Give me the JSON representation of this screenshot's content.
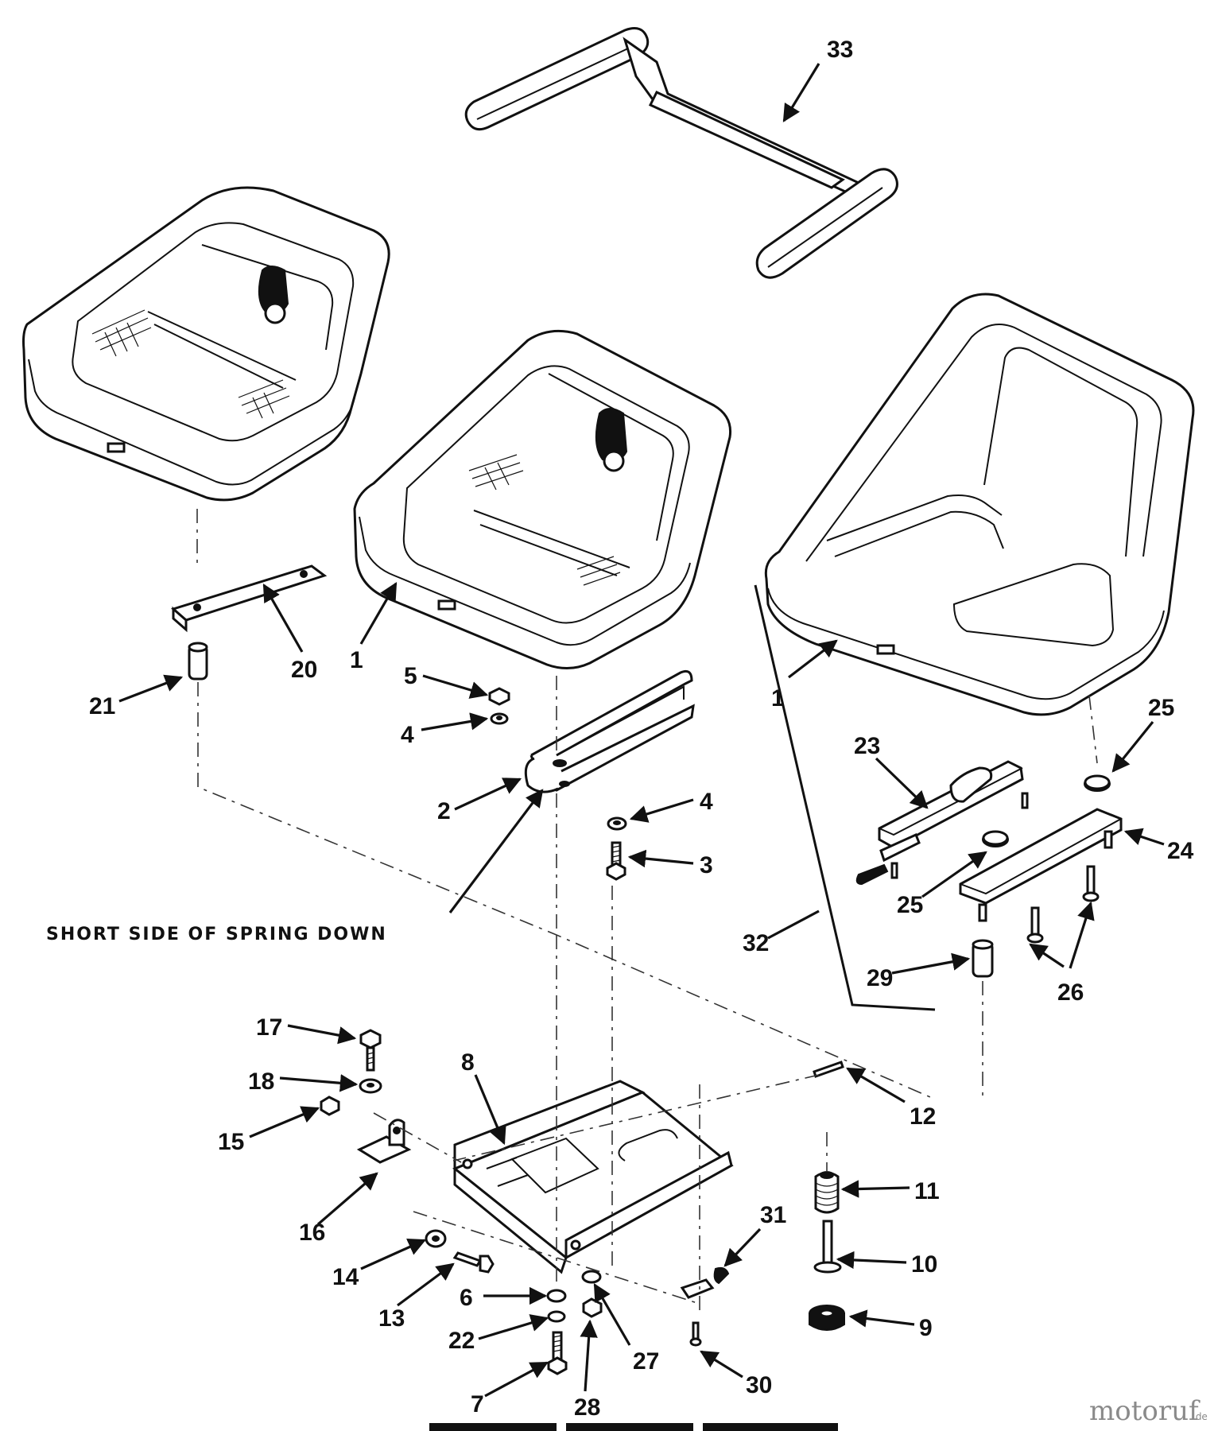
{
  "note": "SHORT SIDE OF SPRING DOWN",
  "watermark": {
    "main": "motoruf",
    "suffix": ".de"
  },
  "callouts": [
    {
      "id": "c33",
      "text": "33"
    },
    {
      "id": "c20",
      "text": "20"
    },
    {
      "id": "c1a",
      "text": "1"
    },
    {
      "id": "c21",
      "text": "21"
    },
    {
      "id": "c5",
      "text": "5"
    },
    {
      "id": "c4a",
      "text": "4"
    },
    {
      "id": "c2",
      "text": "2"
    },
    {
      "id": "c4b",
      "text": "4"
    },
    {
      "id": "c3",
      "text": "3"
    },
    {
      "id": "c1b",
      "text": "1"
    },
    {
      "id": "c25a",
      "text": "25"
    },
    {
      "id": "c23",
      "text": "23"
    },
    {
      "id": "c24",
      "text": "24"
    },
    {
      "id": "c25b",
      "text": "25"
    },
    {
      "id": "c32",
      "text": "32"
    },
    {
      "id": "c29",
      "text": "29"
    },
    {
      "id": "c26",
      "text": "26"
    },
    {
      "id": "c17",
      "text": "17"
    },
    {
      "id": "c18",
      "text": "18"
    },
    {
      "id": "c8",
      "text": "8"
    },
    {
      "id": "c12",
      "text": "12"
    },
    {
      "id": "c15",
      "text": "15"
    },
    {
      "id": "c11",
      "text": "11"
    },
    {
      "id": "c16",
      "text": "16"
    },
    {
      "id": "c31",
      "text": "31"
    },
    {
      "id": "c10",
      "text": "10"
    },
    {
      "id": "c14",
      "text": "14"
    },
    {
      "id": "c13",
      "text": "13"
    },
    {
      "id": "c6",
      "text": "6"
    },
    {
      "id": "c22",
      "text": "22"
    },
    {
      "id": "c27",
      "text": "27"
    },
    {
      "id": "c9",
      "text": "9"
    },
    {
      "id": "c7",
      "text": "7"
    },
    {
      "id": "c28",
      "text": "28"
    },
    {
      "id": "c30",
      "text": "30"
    }
  ]
}
